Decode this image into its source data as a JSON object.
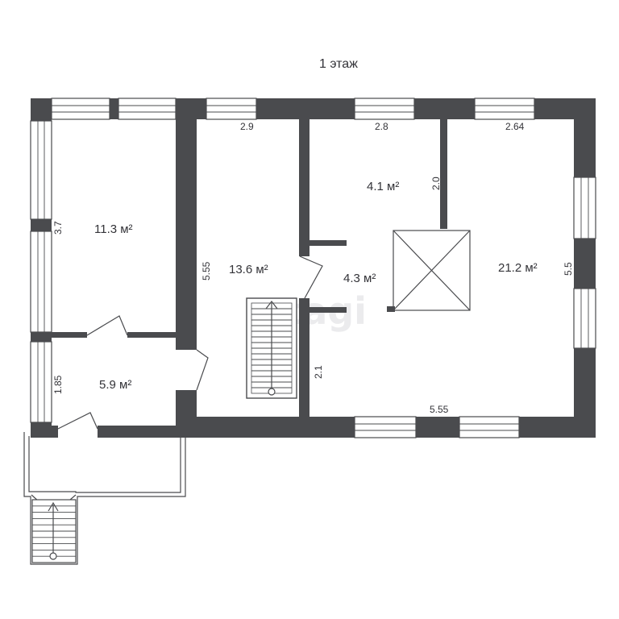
{
  "plan": {
    "title": "1 этаж",
    "watermark": "etagi",
    "rooms": [
      {
        "area": "11.3 м²"
      },
      {
        "area": "13.6 м²"
      },
      {
        "area": "4.1 м²"
      },
      {
        "area": "4.3 м²"
      },
      {
        "area": "21.2 м²"
      },
      {
        "area": "5.9 м²"
      }
    ],
    "dimensions": [
      "2.9",
      "2.8",
      "2.64",
      "3.7",
      "5.55",
      "2.0",
      "5.5",
      "2.1",
      "1.85",
      "5.55"
    ]
  }
}
